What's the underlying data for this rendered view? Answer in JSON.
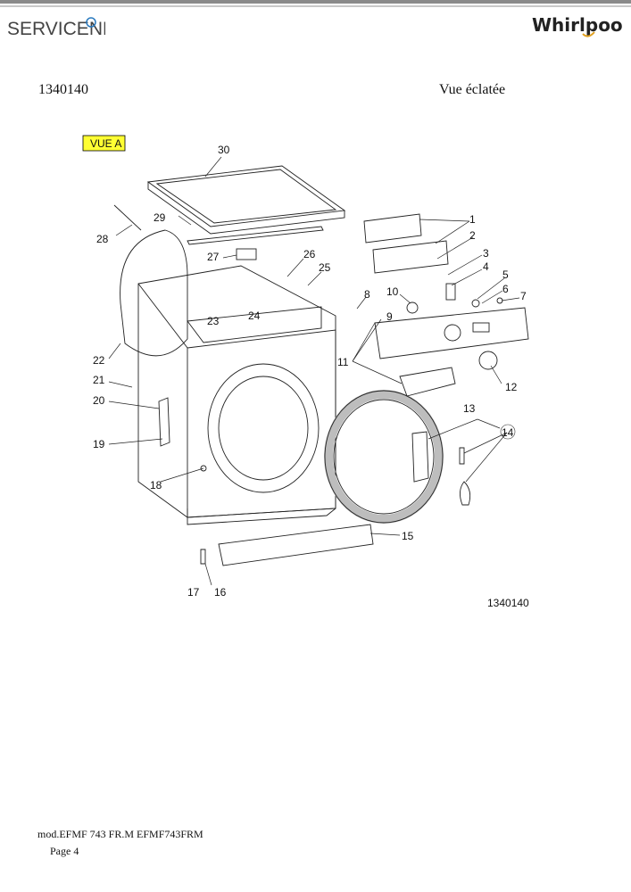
{
  "header": {
    "left_logo_text": "SERVICENET",
    "right_logo_text": "Whirlpool"
  },
  "document": {
    "code": "1340140",
    "view_title": "Vue éclatée"
  },
  "diagram": {
    "badge": "VUE A",
    "reference": "1340140",
    "part_numbers": [
      "1",
      "2",
      "3",
      "4",
      "5",
      "6",
      "7",
      "8",
      "9",
      "10",
      "11",
      "12",
      "13",
      "14",
      "15",
      "16",
      "17",
      "18",
      "19",
      "20",
      "21",
      "22",
      "23",
      "24",
      "25",
      "26",
      "27",
      "28",
      "29",
      "30"
    ]
  },
  "footer": {
    "model": "mod.EFMF 743 FR.M EFMF743FRM",
    "page": "Page 4"
  },
  "colors": {
    "badge_bg": "#ffff33",
    "door_gasket": "#bdbdbd",
    "logo_blue": "#2a7abf"
  }
}
